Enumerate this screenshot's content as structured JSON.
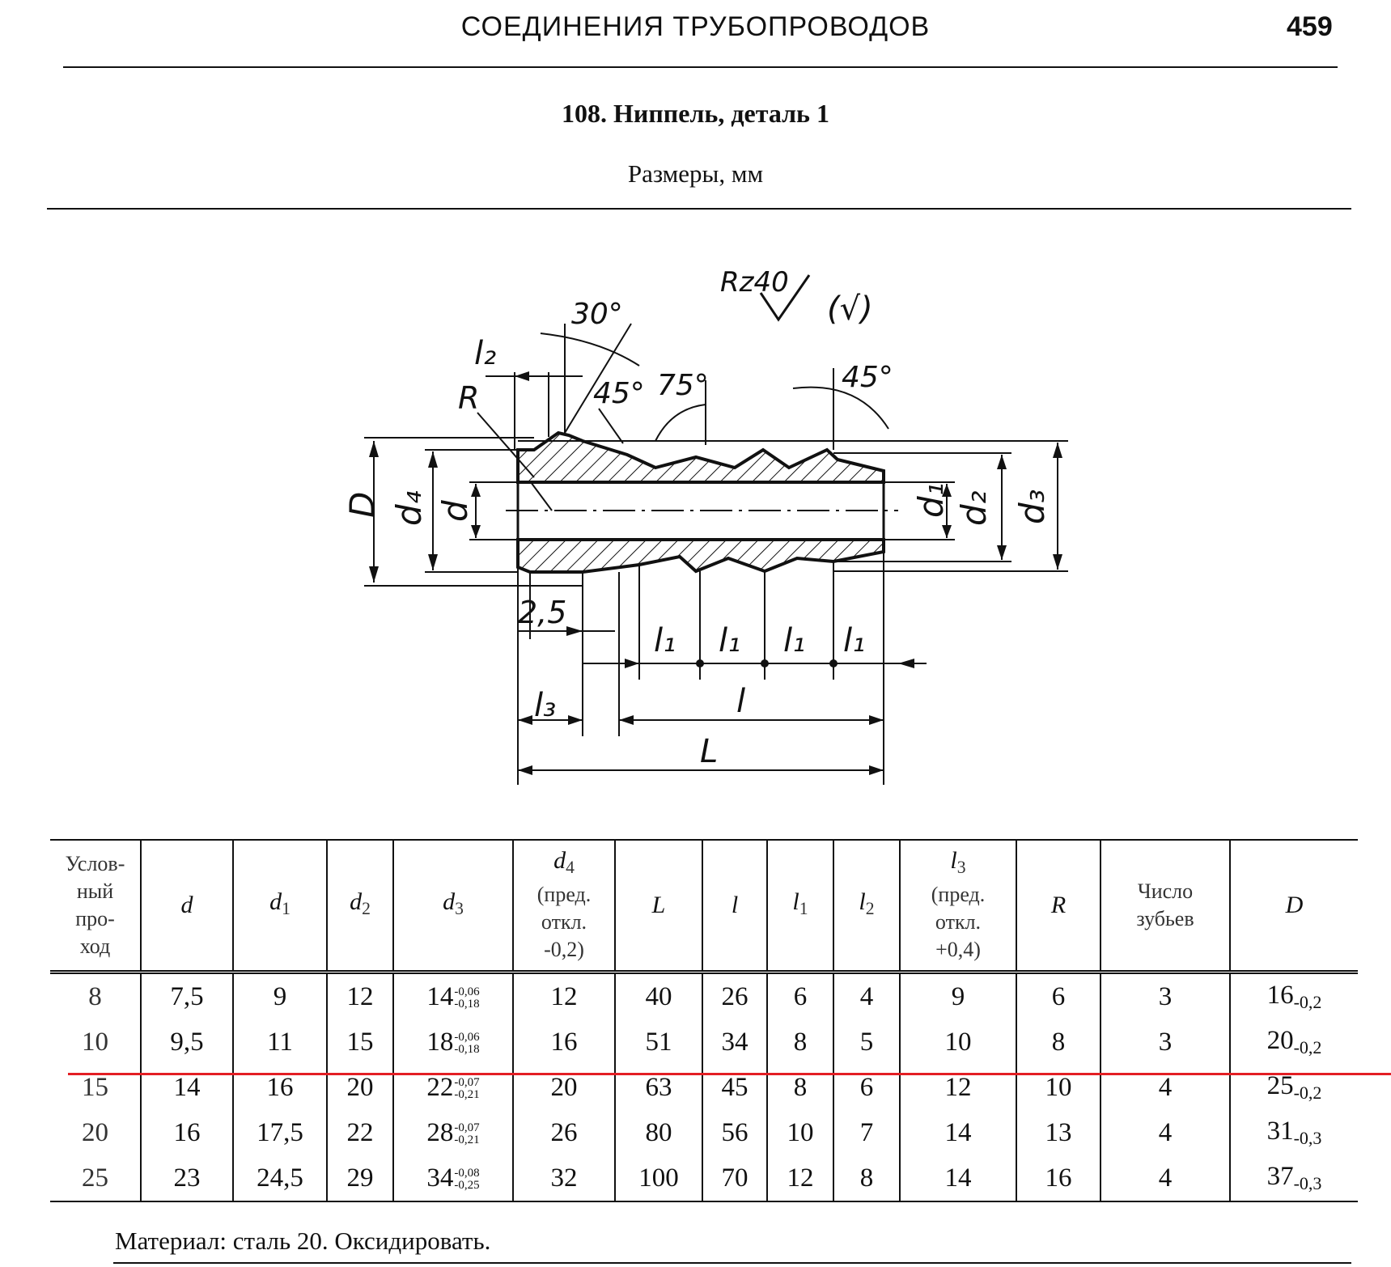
{
  "header": {
    "running_title": "СОЕДИНЕНИЯ ТРУБОПРОВОДОВ",
    "page_number": "459"
  },
  "section": {
    "title": "108. Ниппель, деталь 1",
    "dimensions_label": "Размеры, мм"
  },
  "drawing": {
    "roughness": "Rz40",
    "roughness_rest": "(√)",
    "angle_30": "30°",
    "angle_45_left": "45°",
    "angle_75": "75°",
    "angle_45_right": "45°",
    "label_l2": "l₂",
    "label_R": "R",
    "label_D": "D",
    "label_d4": "d₄",
    "label_d": "d",
    "label_d1": "d₁",
    "label_d2": "d₂",
    "label_d3": "d₃",
    "label_25": "2,5",
    "label_l1": "l₁",
    "label_l3": "l₃",
    "label_l": "l",
    "label_L": "L"
  },
  "table": {
    "headers": {
      "passage": [
        "Услов-",
        "ный",
        "про-",
        "ход"
      ],
      "d": "d",
      "d1": "d",
      "d1_sub": "1",
      "d2": "d",
      "d2_sub": "2",
      "d3": "d",
      "d3_sub": "3",
      "d4": "d",
      "d4_sub": "4",
      "d4_note": [
        "(пред.",
        "откл.",
        "-0,2)"
      ],
      "L": "L",
      "l": "l",
      "l1": "l",
      "l1_sub": "1",
      "l2": "l",
      "l2_sub": "2",
      "l3": "l",
      "l3_sub": "3",
      "l3_note": [
        "(пред.",
        "откл.",
        "+0,4)"
      ],
      "R": "R",
      "teeth": [
        "Число",
        "зубьев"
      ],
      "D": "D"
    },
    "rows": [
      {
        "passage": "8",
        "d": "7,5",
        "d1": "9",
        "d2": "12",
        "d3": "14",
        "d3_upper": "-0,06",
        "d3_lower": "-0,18",
        "d4": "12",
        "L": "40",
        "l": "26",
        "l1": "6",
        "l2": "4",
        "l3": "9",
        "R": "6",
        "teeth": "3",
        "D": "16",
        "D_tol": "-0,2"
      },
      {
        "passage": "10",
        "d": "9,5",
        "d1": "11",
        "d2": "15",
        "d3": "18",
        "d3_upper": "-0,06",
        "d3_lower": "-0,18",
        "d4": "16",
        "L": "51",
        "l": "34",
        "l1": "8",
        "l2": "5",
        "l3": "10",
        "R": "8",
        "teeth": "3",
        "D": "20",
        "D_tol": "-0,2"
      },
      {
        "passage": "15",
        "d": "14",
        "d1": "16",
        "d2": "20",
        "d3": "22",
        "d3_upper": "-0,07",
        "d3_lower": "-0,21",
        "d4": "20",
        "L": "63",
        "l": "45",
        "l1": "8",
        "l2": "6",
        "l3": "12",
        "R": "10",
        "teeth": "4",
        "D": "25",
        "D_tol": "-0,2"
      },
      {
        "passage": "20",
        "d": "16",
        "d1": "17,5",
        "d2": "22",
        "d3": "28",
        "d3_upper": "-0,07",
        "d3_lower": "-0,21",
        "d4": "26",
        "L": "80",
        "l": "56",
        "l1": "10",
        "l2": "7",
        "l3": "14",
        "R": "13",
        "teeth": "4",
        "D": "31",
        "D_tol": "-0,3"
      },
      {
        "passage": "25",
        "d": "23",
        "d1": "24,5",
        "d2": "29",
        "d3": "34",
        "d3_upper": "-0,08",
        "d3_lower": "-0,25",
        "d4": "32",
        "L": "100",
        "l": "70",
        "l1": "12",
        "l2": "8",
        "l3": "14",
        "R": "16",
        "teeth": "4",
        "D": "37",
        "D_tol": "-0,3"
      }
    ]
  },
  "footer": {
    "material": "Материал: сталь 20. Оксидировать."
  },
  "colors": {
    "ink": "#111111",
    "highlight_line": "#e31e24"
  }
}
